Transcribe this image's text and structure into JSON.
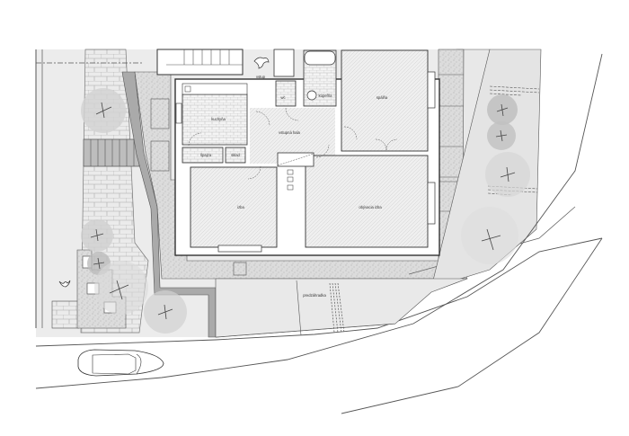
{
  "drawing": {
    "type": "floor plan with site layout",
    "rooms": {
      "kitchen": "kuchyňa",
      "entry_hall": "vstupná hala",
      "wc": "wc",
      "bathroom": "kúpeľňa",
      "bedroom": "spálňa",
      "pantry": "špajza",
      "storage": "sklad",
      "room": "izba",
      "living_room": "obývacia izba"
    },
    "site": {
      "entrance": "vstup",
      "front_yard": "predzáhradka"
    },
    "colors": {
      "line": "#333333",
      "paving": "#e2e2e2",
      "gravel": "#d9d9d9",
      "lawn": "#eeeeee",
      "tree": "#c8c8c8",
      "floor": "#f0f0f0"
    }
  }
}
